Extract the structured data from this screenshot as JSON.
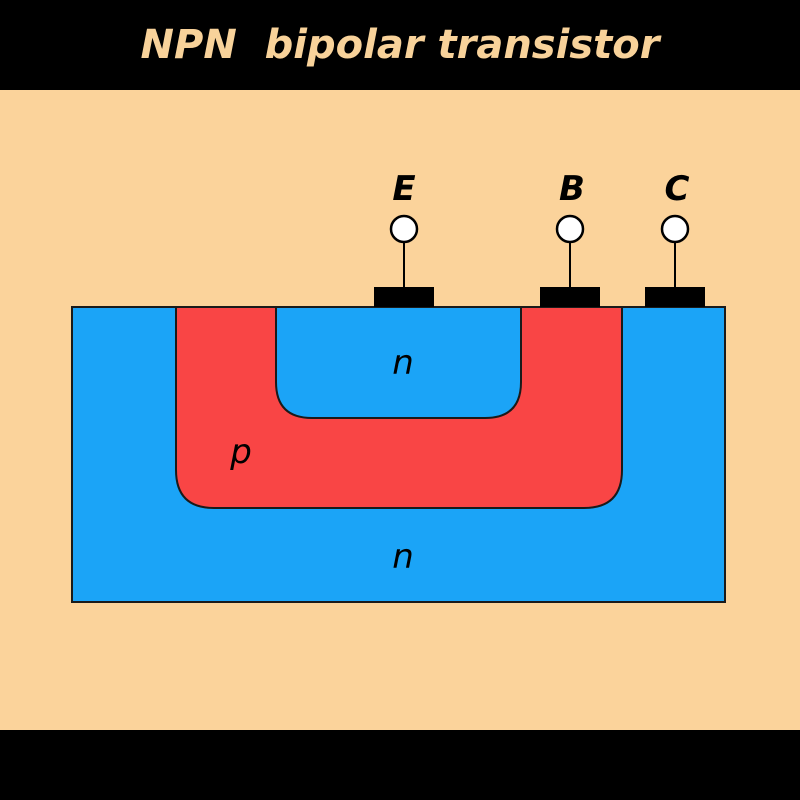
{
  "title": "NPN  bipolar transistor",
  "terminals": {
    "emitter": "E",
    "base": "B",
    "collector": "C"
  },
  "regions": {
    "emitter_region": "n",
    "base_region": "p",
    "collector_region": "n"
  },
  "colors": {
    "background": "#fbd39b",
    "bars": "#000000",
    "title": "#f8d29a",
    "n_type": "#1ba4f7",
    "p_type": "#f94545",
    "contact": "#000000"
  }
}
